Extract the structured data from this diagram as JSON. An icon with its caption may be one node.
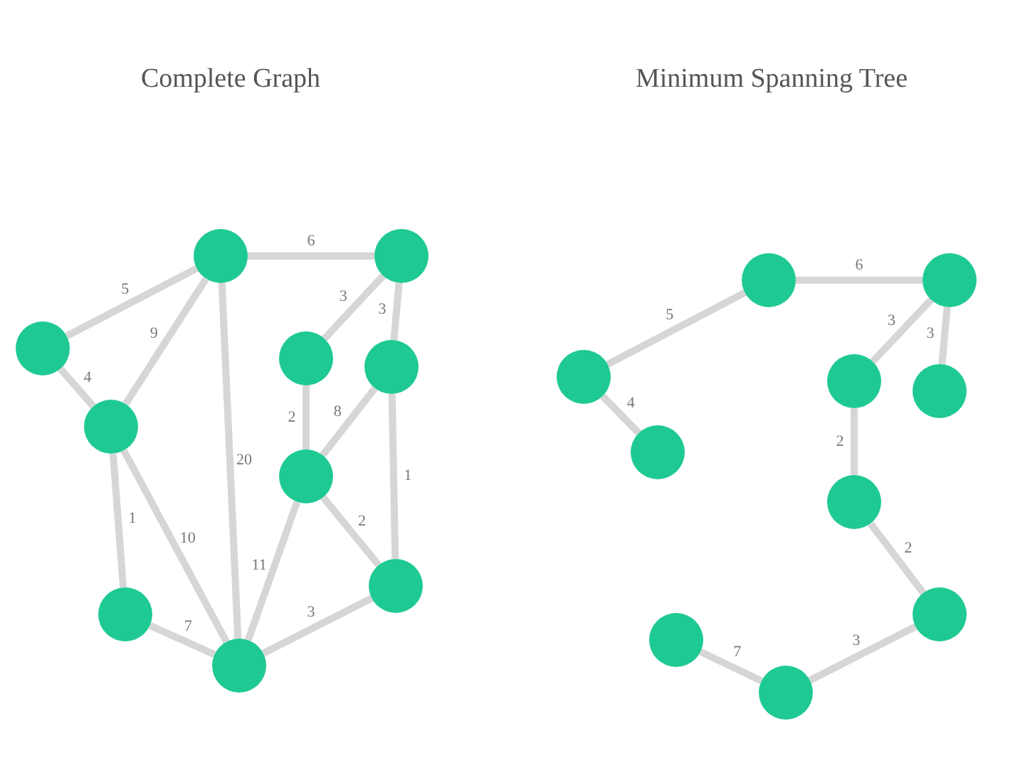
{
  "diagram": {
    "nodes": [
      {
        "text": [],
        "shape": "circle"
      },
      {
        "text": [],
        "shape": "circle"
      },
      {
        "text": [],
        "shape": "circle"
      },
      {
        "text": [],
        "shape": "circle"
      },
      {
        "text": [],
        "shape": "circle"
      },
      {
        "text": [],
        "shape": "circle"
      },
      {
        "text": [],
        "shape": "circle"
      },
      {
        "text": [],
        "shape": "circle"
      },
      {
        "text": [],
        "shape": "circle"
      },
      {
        "text": [],
        "shape": "circle"
      },
      {
        "text": [],
        "shape": "circle"
      },
      {
        "text": [],
        "shape": "circle"
      },
      {
        "text": [],
        "shape": "circle"
      },
      {
        "text": [],
        "shape": "circle"
      },
      {
        "text": [],
        "shape": "circle"
      },
      {
        "text": [],
        "shape": "circle"
      },
      {
        "text": [],
        "shape": "circle"
      },
      {
        "text": [],
        "shape": "circle"
      },
      {
        "text": [],
        "shape": "circle"
      },
      {
        "text": [],
        "shape": "circle"
      }
    ],
    "edges": [
      {
        "from": 0,
        "to": 1,
        "arrow": "none",
        "label": "6"
      },
      {
        "from": 2,
        "to": 0,
        "arrow": "none",
        "label": "5"
      },
      {
        "from": 5,
        "to": 0,
        "arrow": "none",
        "label": "9"
      },
      {
        "from": 0,
        "to": 8,
        "arrow": "none",
        "label": "20"
      },
      {
        "from": 1,
        "to": 3,
        "arrow": "none",
        "label": "3"
      },
      {
        "from": 1,
        "to": 4,
        "arrow": "none",
        "label": "3"
      },
      {
        "from": 2,
        "to": 5,
        "arrow": "none",
        "label": "4"
      },
      {
        "from": 3,
        "to": 6,
        "arrow": "none",
        "label": "2"
      },
      {
        "from": 4,
        "to": 6,
        "arrow": "none",
        "label": "8"
      },
      {
        "from": 4,
        "to": 9,
        "arrow": "none",
        "label": "1"
      },
      {
        "from": 5,
        "to": 7,
        "arrow": "none",
        "label": "1"
      },
      {
        "from": 5,
        "to": 8,
        "arrow": "none",
        "label": "10"
      },
      {
        "from": 6,
        "to": 8,
        "arrow": "none",
        "label": "11"
      },
      {
        "from": 6,
        "to": 9,
        "arrow": "none",
        "label": "2"
      },
      {
        "from": 7,
        "to": 8,
        "arrow": "none",
        "label": "7"
      },
      {
        "from": 8,
        "to": 9,
        "arrow": "none",
        "label": "3"
      },
      {
        "from": 12,
        "to": 10,
        "arrow": "none",
        "label": "5"
      },
      {
        "from": 10,
        "to": 11,
        "arrow": "none",
        "label": "6"
      },
      {
        "from": 11,
        "to": 13,
        "arrow": "none",
        "label": "3"
      },
      {
        "from": 11,
        "to": 14,
        "arrow": "none",
        "label": "3"
      },
      {
        "from": 12,
        "to": 15,
        "arrow": "none",
        "label": "4"
      },
      {
        "from": 13,
        "to": 16,
        "arrow": "none",
        "label": "2"
      },
      {
        "from": 16,
        "to": 17,
        "arrow": "none",
        "label": "2"
      },
      {
        "from": 19,
        "to": 17,
        "arrow": "none",
        "label": "3"
      },
      {
        "from": 18,
        "to": 19,
        "arrow": "none",
        "label": "7"
      }
    ],
    "labels": [
      "Complete Graph",
      "Minimum Spanning Tree"
    ]
  }
}
